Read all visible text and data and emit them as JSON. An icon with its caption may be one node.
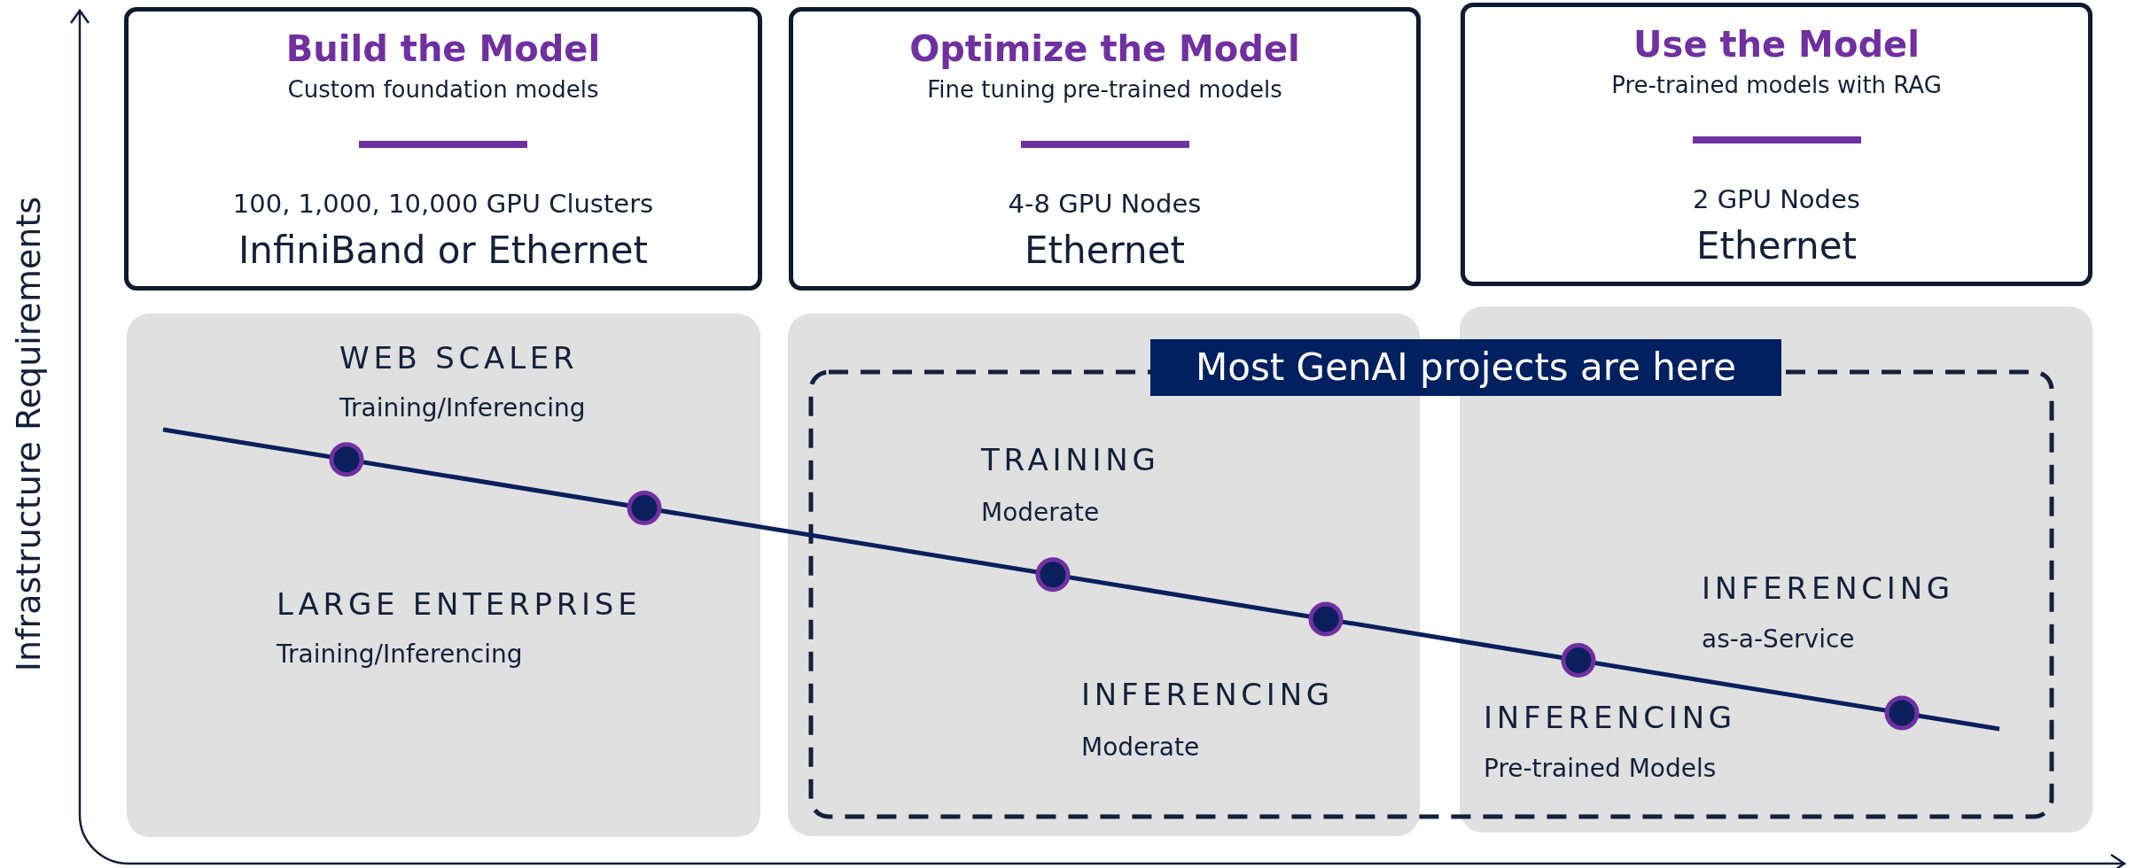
{
  "diagram": {
    "nodes": [
      {
        "text": [
          "Build the Model",
          "Custom foundation models",
          "100, 1,000, 10,000 GPU Clusters",
          "InfiniBand or Ethernet"
        ]
      },
      {
        "text": [
          "Optimize the Model",
          "Fine tuning pre-trained models",
          "4-8 GPU Nodes",
          "Ethernet"
        ]
      },
      {
        "text": [
          "Use the Model",
          "Pre-trained models with RAG",
          "2 GPU Nodes",
          "Ethernet"
        ]
      },
      {
        "text": [
          "WEB SCALER",
          "Training/Inferencing",
          "LARGE ENTERPRISE",
          "Training/Inferencing"
        ]
      },
      {
        "text": [
          "TRAINING",
          "Moderate",
          "INFERENCING",
          "Moderate"
        ]
      },
      {
        "text": [
          "INFERENCING",
          "as-a-Service",
          "INFERENCING",
          "Pre-trained Models"
        ]
      },
      {
        "text": [
          "Most GenAI projects are here"
        ]
      }
    ],
    "labels": [
      "Infrastructure Requirements"
    ]
  }
}
